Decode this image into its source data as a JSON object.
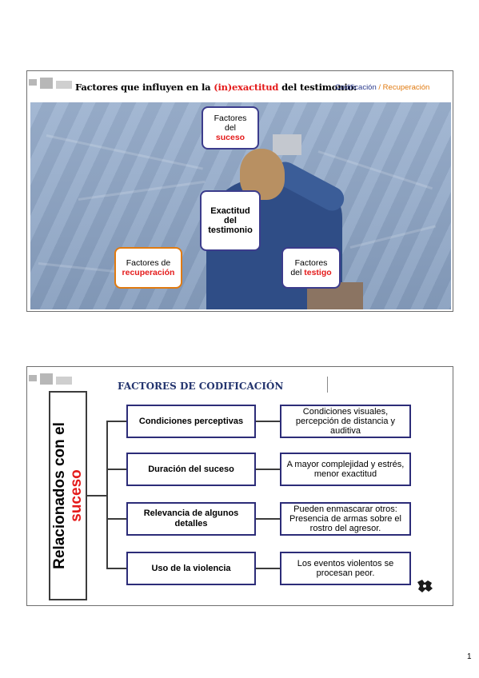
{
  "slide1": {
    "title_pre": "Factores que influyen en la ",
    "title_red": "(in)exactitud",
    "title_post": " del testimonio:",
    "subtitle_blue": "Codificación",
    "subtitle_sep": " / ",
    "subtitle_orange": "Recuperación",
    "nodes": {
      "suceso": {
        "line1": "Factores",
        "line2": "del",
        "red": "suceso"
      },
      "center": {
        "line1": "Exactitud",
        "line2": "del",
        "line3": "testimonio"
      },
      "recuperacion": {
        "line1": "Factores de",
        "red": "recuperación"
      },
      "testigo": {
        "line1": "Factores",
        "line2": "del ",
        "red": "testigo"
      }
    }
  },
  "slide2": {
    "title": "FACTORES DE CODIFICACIÓN",
    "side_label_line1": "Relacionados con el",
    "side_label_red": "suceso",
    "factors": [
      {
        "name": "Condiciones perceptivas",
        "detail": "Condiciones visuales, percepción de distancia y auditiva"
      },
      {
        "name": "Duración del suceso",
        "detail": "A mayor complejidad y estrés, menor exactitud"
      },
      {
        "name": "Relevancia de algunos detalles",
        "detail": "Pueden enmascarar otros: Presencia de armas sobre el rostro del agresor."
      },
      {
        "name": "Uso de la violencia",
        "detail": "Los eventos violentos se procesan peor."
      }
    ]
  },
  "page_number": "1"
}
